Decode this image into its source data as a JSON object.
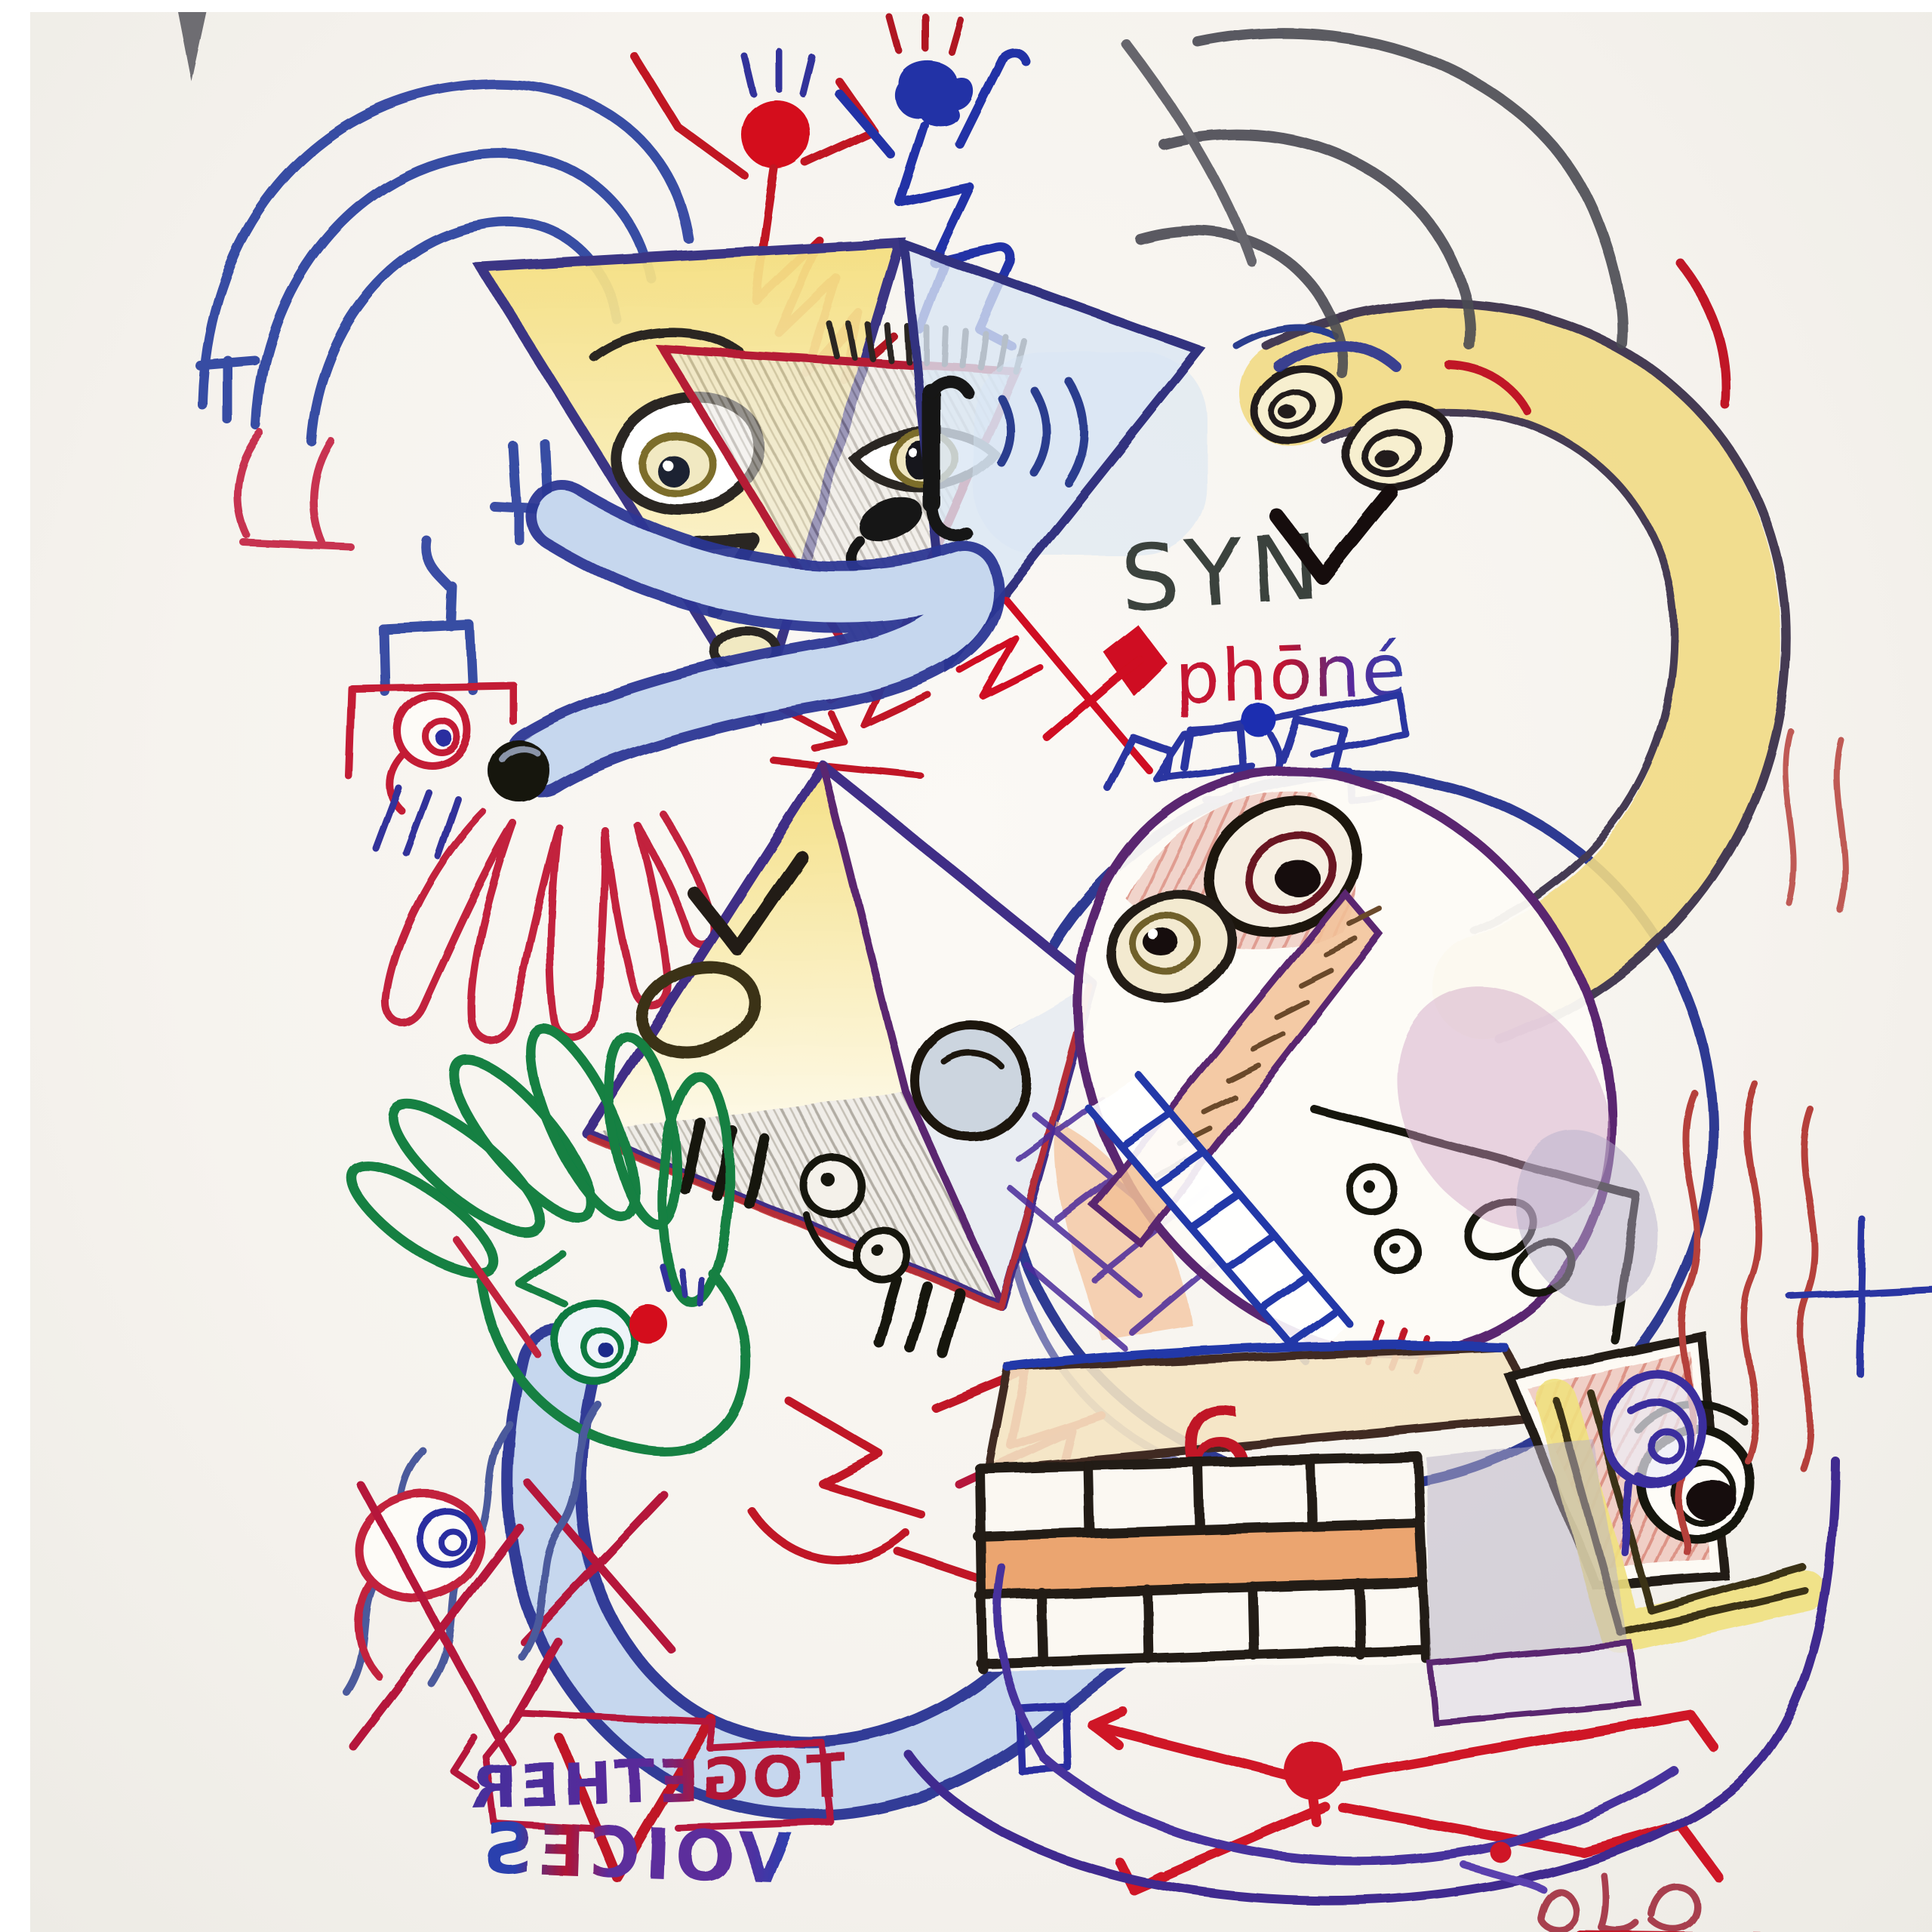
{
  "artwork": {
    "kind": "photographed abstract surrealist crayon and colored-pencil drawing on white paper",
    "texts": {
      "syn": "SYN",
      "phone": "phōné",
      "together_mirrored": "TOGETHER",
      "voices_mirrored": "VOICES",
      "number_six": "6"
    },
    "signature_note": "handwritten red Arabic-style script signature, bottom right",
    "mirrored_caption": "VOICES TOGETHER written back-to-front (mirror writing), bottom left",
    "palette": {
      "paper": "#f6f3ee",
      "blue": "#2b3f9e",
      "navy": "#232e8c",
      "light_blue": "#c6d7ee",
      "red": "#c01828",
      "crimson": "#b5173a",
      "green": "#128043",
      "yellow_fill": "#f1da84",
      "peach": "#f6cba2",
      "orange_band": "#e8995c",
      "graphite": "#4a4a52",
      "ink_black": "#17120d",
      "purple": "#5a2570"
    },
    "motifs": [
      "three concentric blue arcs top-left",
      "three concentric graphite arcs top-right",
      "red and blue stick figures with lightning bolts, top center",
      "inverted yellow triangle face with eye, eyebrow, 7-shaped nose and oval mouth",
      "red inner triangle with lashed eye",
      "blue triangle with black T nose, oval mouth and sound waves",
      "yellow crescent band with two spiral eyes and black check mark",
      "large navy circle head with orange cubist face, grid teeth and figure-8 glasses",
      "kite/diamond face with V-O marks, circle eye and hatched panel",
      "red open square with spiral eye and drooping red hand, left side",
      "blue S-curved arm with black ball fist",
      "green outlined hand with spiral eye, red nose dot and red zigzag mouth",
      "thick light-blue U-shaped arm sweeping to bottom right",
      "blue wavy squiggles and red-ringed spiral eye with X, bottom left",
      "brick-wall house face with red 6, red-hatched nose, eye and yellow L-band",
      "red stick figure lying across the bottom of the house face",
      "red wavy smoke lines and purple spiral ear, right side"
    ]
  }
}
